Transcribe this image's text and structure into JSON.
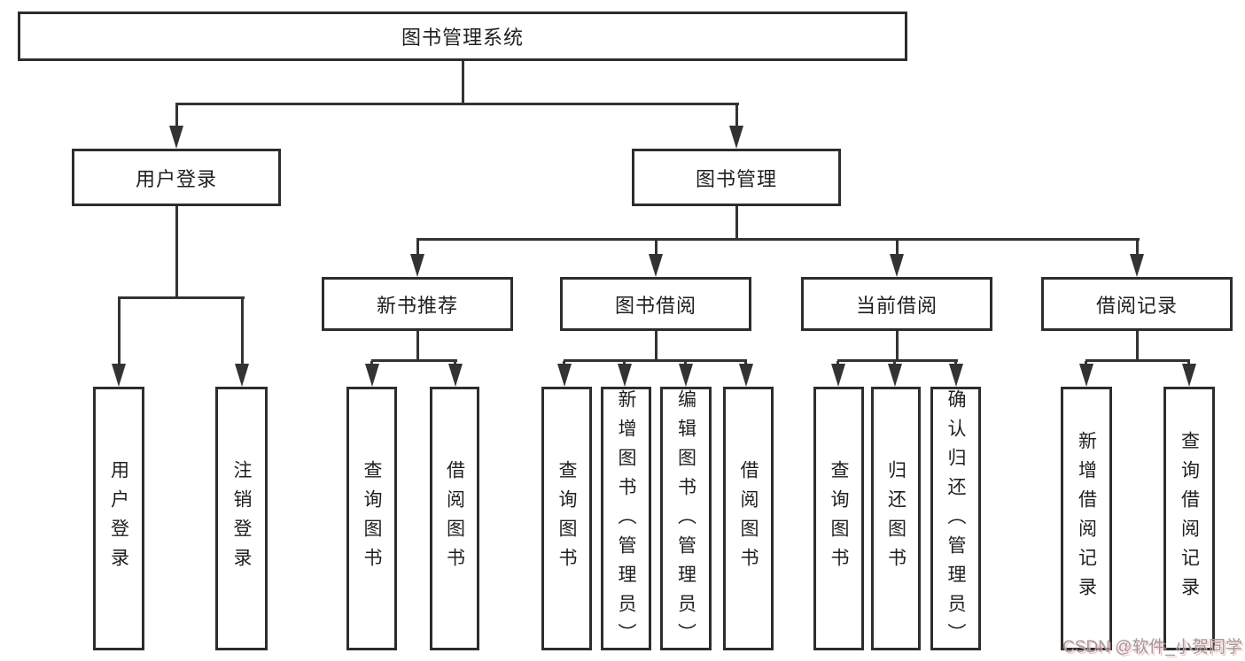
{
  "colors": {
    "line": "#333333",
    "box_border": "#2d2d2d",
    "text": "#1f1f1f",
    "watermark_text": "#9c9c9c",
    "watermark_shadow": "#f8b4b4",
    "background": "#ffffff"
  },
  "nodes": {
    "root": {
      "label": "图书管理系统"
    },
    "user_login": {
      "label": "用户登录",
      "children": {
        "login": "用户登录",
        "logout": "注销登录"
      }
    },
    "book_mgmt": {
      "label": "图书管理"
    },
    "new_book_rec": {
      "label": "新书推荐",
      "children": {
        "query": "查询图书",
        "borrow": "借阅图书"
      }
    },
    "book_borrow": {
      "label": "图书借阅",
      "children": {
        "query": "查询图书",
        "add": "新增图书（管理员）",
        "edit": "编辑图书（管理员）",
        "borrow": "借阅图书"
      }
    },
    "current_borrow": {
      "label": "当前借阅",
      "children": {
        "query": "查询图书",
        "return": "归还图书",
        "confirm": "确认归还（管理员）"
      }
    },
    "borrow_records": {
      "label": "借阅记录",
      "children": {
        "add": "新增借阅记录",
        "query": "查询借阅记录"
      }
    }
  },
  "watermark": "CSDN @软件_小贺同学"
}
